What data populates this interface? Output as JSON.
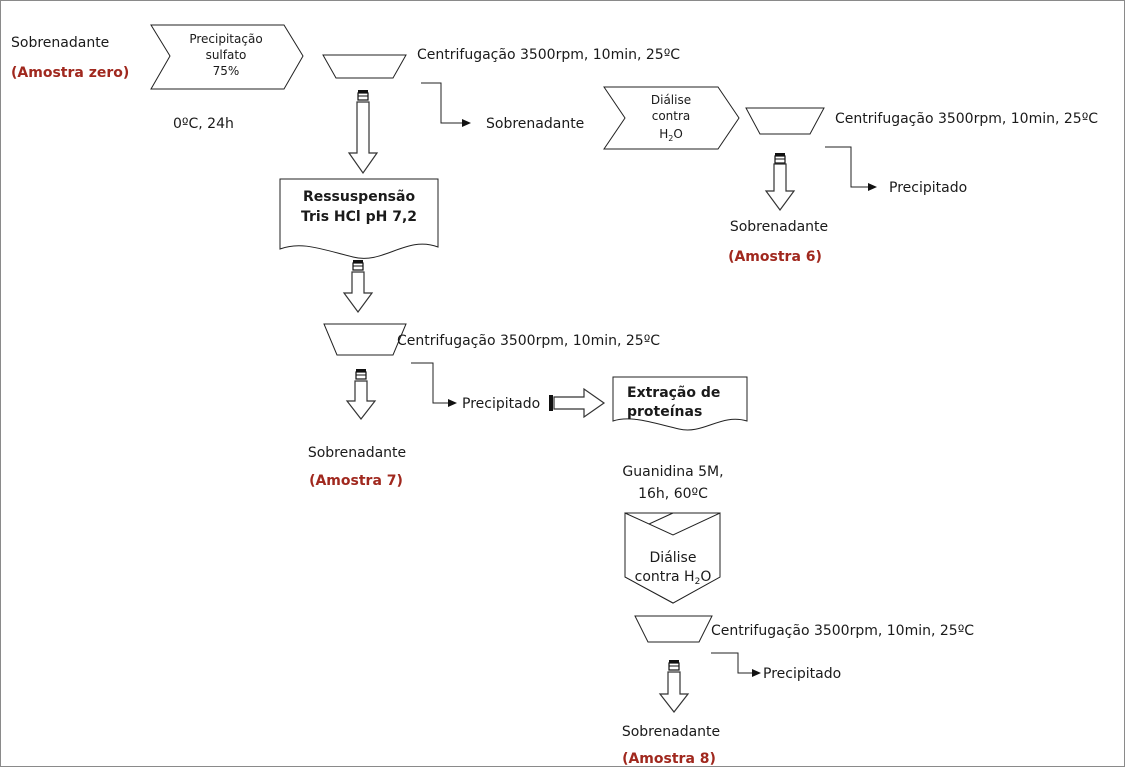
{
  "diagram": {
    "start_label": "Sobrenadante",
    "sample_zero": "(Amostra zero)",
    "precip_line1": "Precipitação",
    "precip_line2": "sulfato",
    "precip_line3": "75%",
    "precip_condition": "0ºC, 24h",
    "centrifugation": "Centrifugação 3500rpm, 10min, 25ºC",
    "supernatant": "Sobrenadante",
    "precipitate": "Precipitado",
    "dialysis_line1": "Diálise",
    "dialysis_line2": "contra",
    "dialysis_h2o_h": "H",
    "dialysis_h2o_sub": "2",
    "dialysis_h2o_o": "O",
    "sample_6": "(Amostra 6)",
    "resusp_line1": "Ressuspensão",
    "resusp_line2": "Tris HCl pH 7,2",
    "sample_7": "(Amostra 7)",
    "extraction_line1": "Extração de",
    "extraction_line2": "proteínas",
    "guanidine_line1": "Guanidina 5M,",
    "guanidine_line2": "16h, 60ºC",
    "dialysis2_line1": "Diálise",
    "dialysis2_line2": "contra H",
    "dialysis2_sub": "2",
    "dialysis2_o": "O",
    "sample_8": "(Amostra 8)"
  }
}
